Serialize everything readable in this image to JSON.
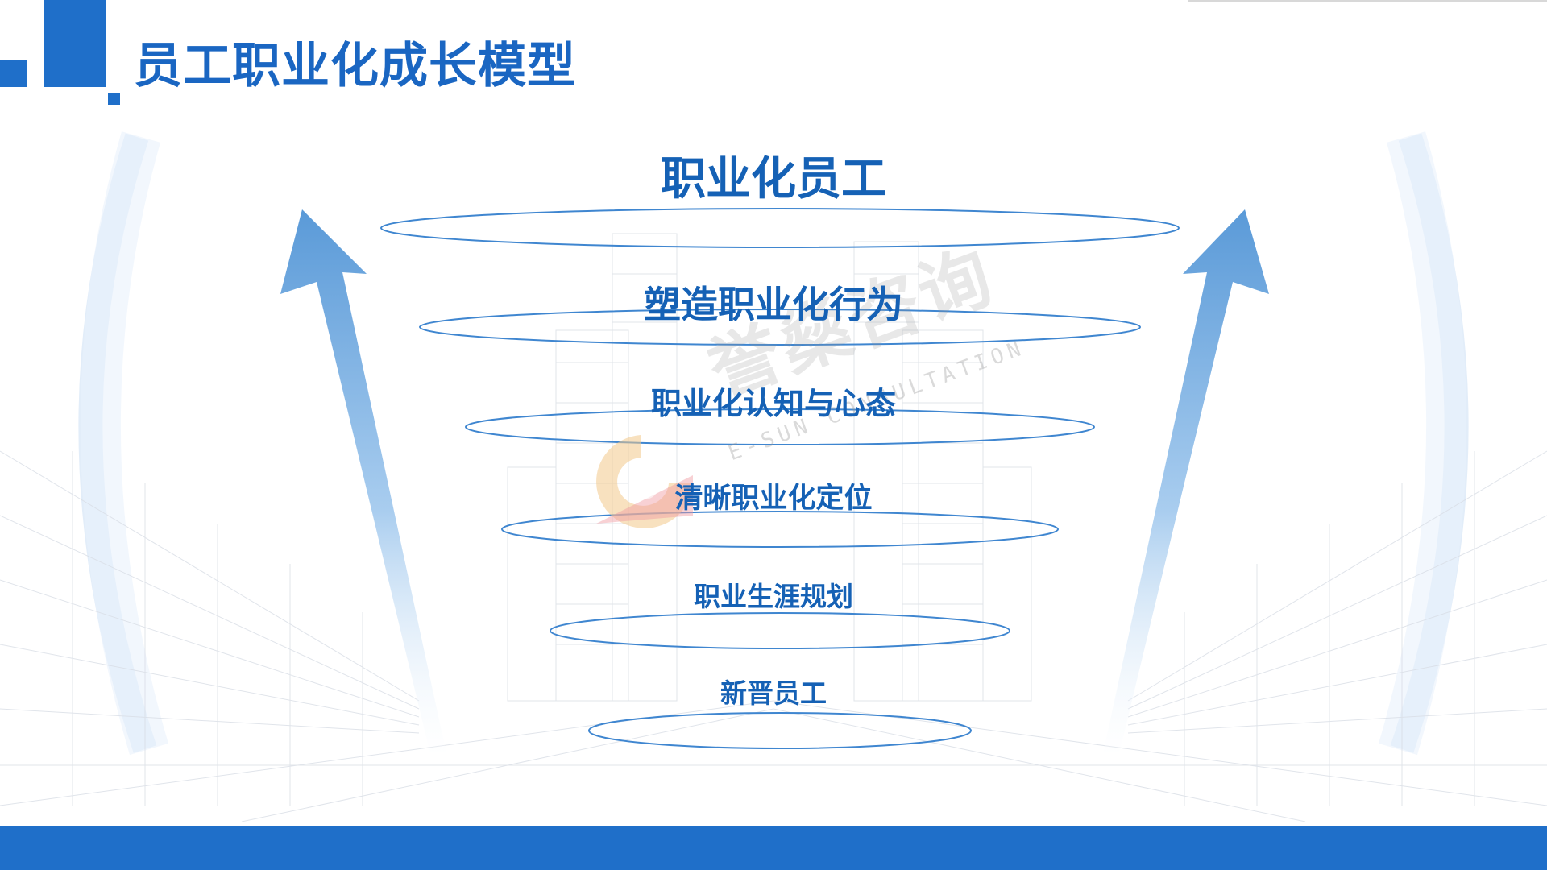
{
  "header": {
    "title": "员工职业化成长模型"
  },
  "levels": [
    {
      "label": "职业化员工"
    },
    {
      "label": "塑造职业化行为"
    },
    {
      "label": "职业化认知与心态"
    },
    {
      "label": "清晰职业化定位"
    },
    {
      "label": "职业生涯规划"
    },
    {
      "label": "新晋员工"
    }
  ],
  "watermark": {
    "company_cn": "誉燊咨询",
    "company_en": "E-SUN CONSULTATION"
  },
  "colors": {
    "primary": "#1f6fc9",
    "title": "#1a66c2",
    "label": "#1561b5",
    "arrow_top": "#5a9ad8",
    "arrow_bottom": "#ffffff"
  },
  "icons": {
    "left_arrow": "up-arrow-icon",
    "right_arrow": "up-arrow-icon",
    "logo": "esun-logo-icon"
  }
}
